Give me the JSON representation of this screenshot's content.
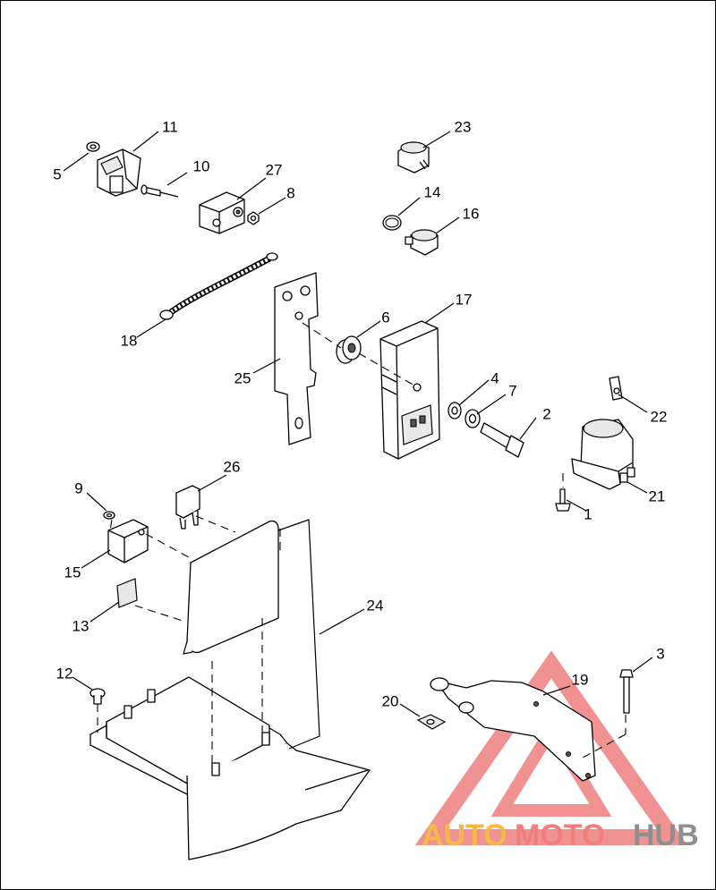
{
  "diagram": {
    "callouts": [
      "1",
      "2",
      "3",
      "4",
      "5",
      "6",
      "7",
      "8",
      "9",
      "10",
      "11",
      "12",
      "13",
      "14",
      "15",
      "16",
      "17",
      "18",
      "19",
      "20",
      "21",
      "22",
      "23",
      "24",
      "25",
      "26",
      "27"
    ]
  },
  "watermark": {
    "text_a": "AUTO",
    "text_b": "MOTO",
    "text_c": "HUB",
    "color_a": "#f5b94a",
    "color_b": "#ef7f7f",
    "color_c": "#8f8f8f",
    "triangle_color": "#ef7f7f"
  }
}
